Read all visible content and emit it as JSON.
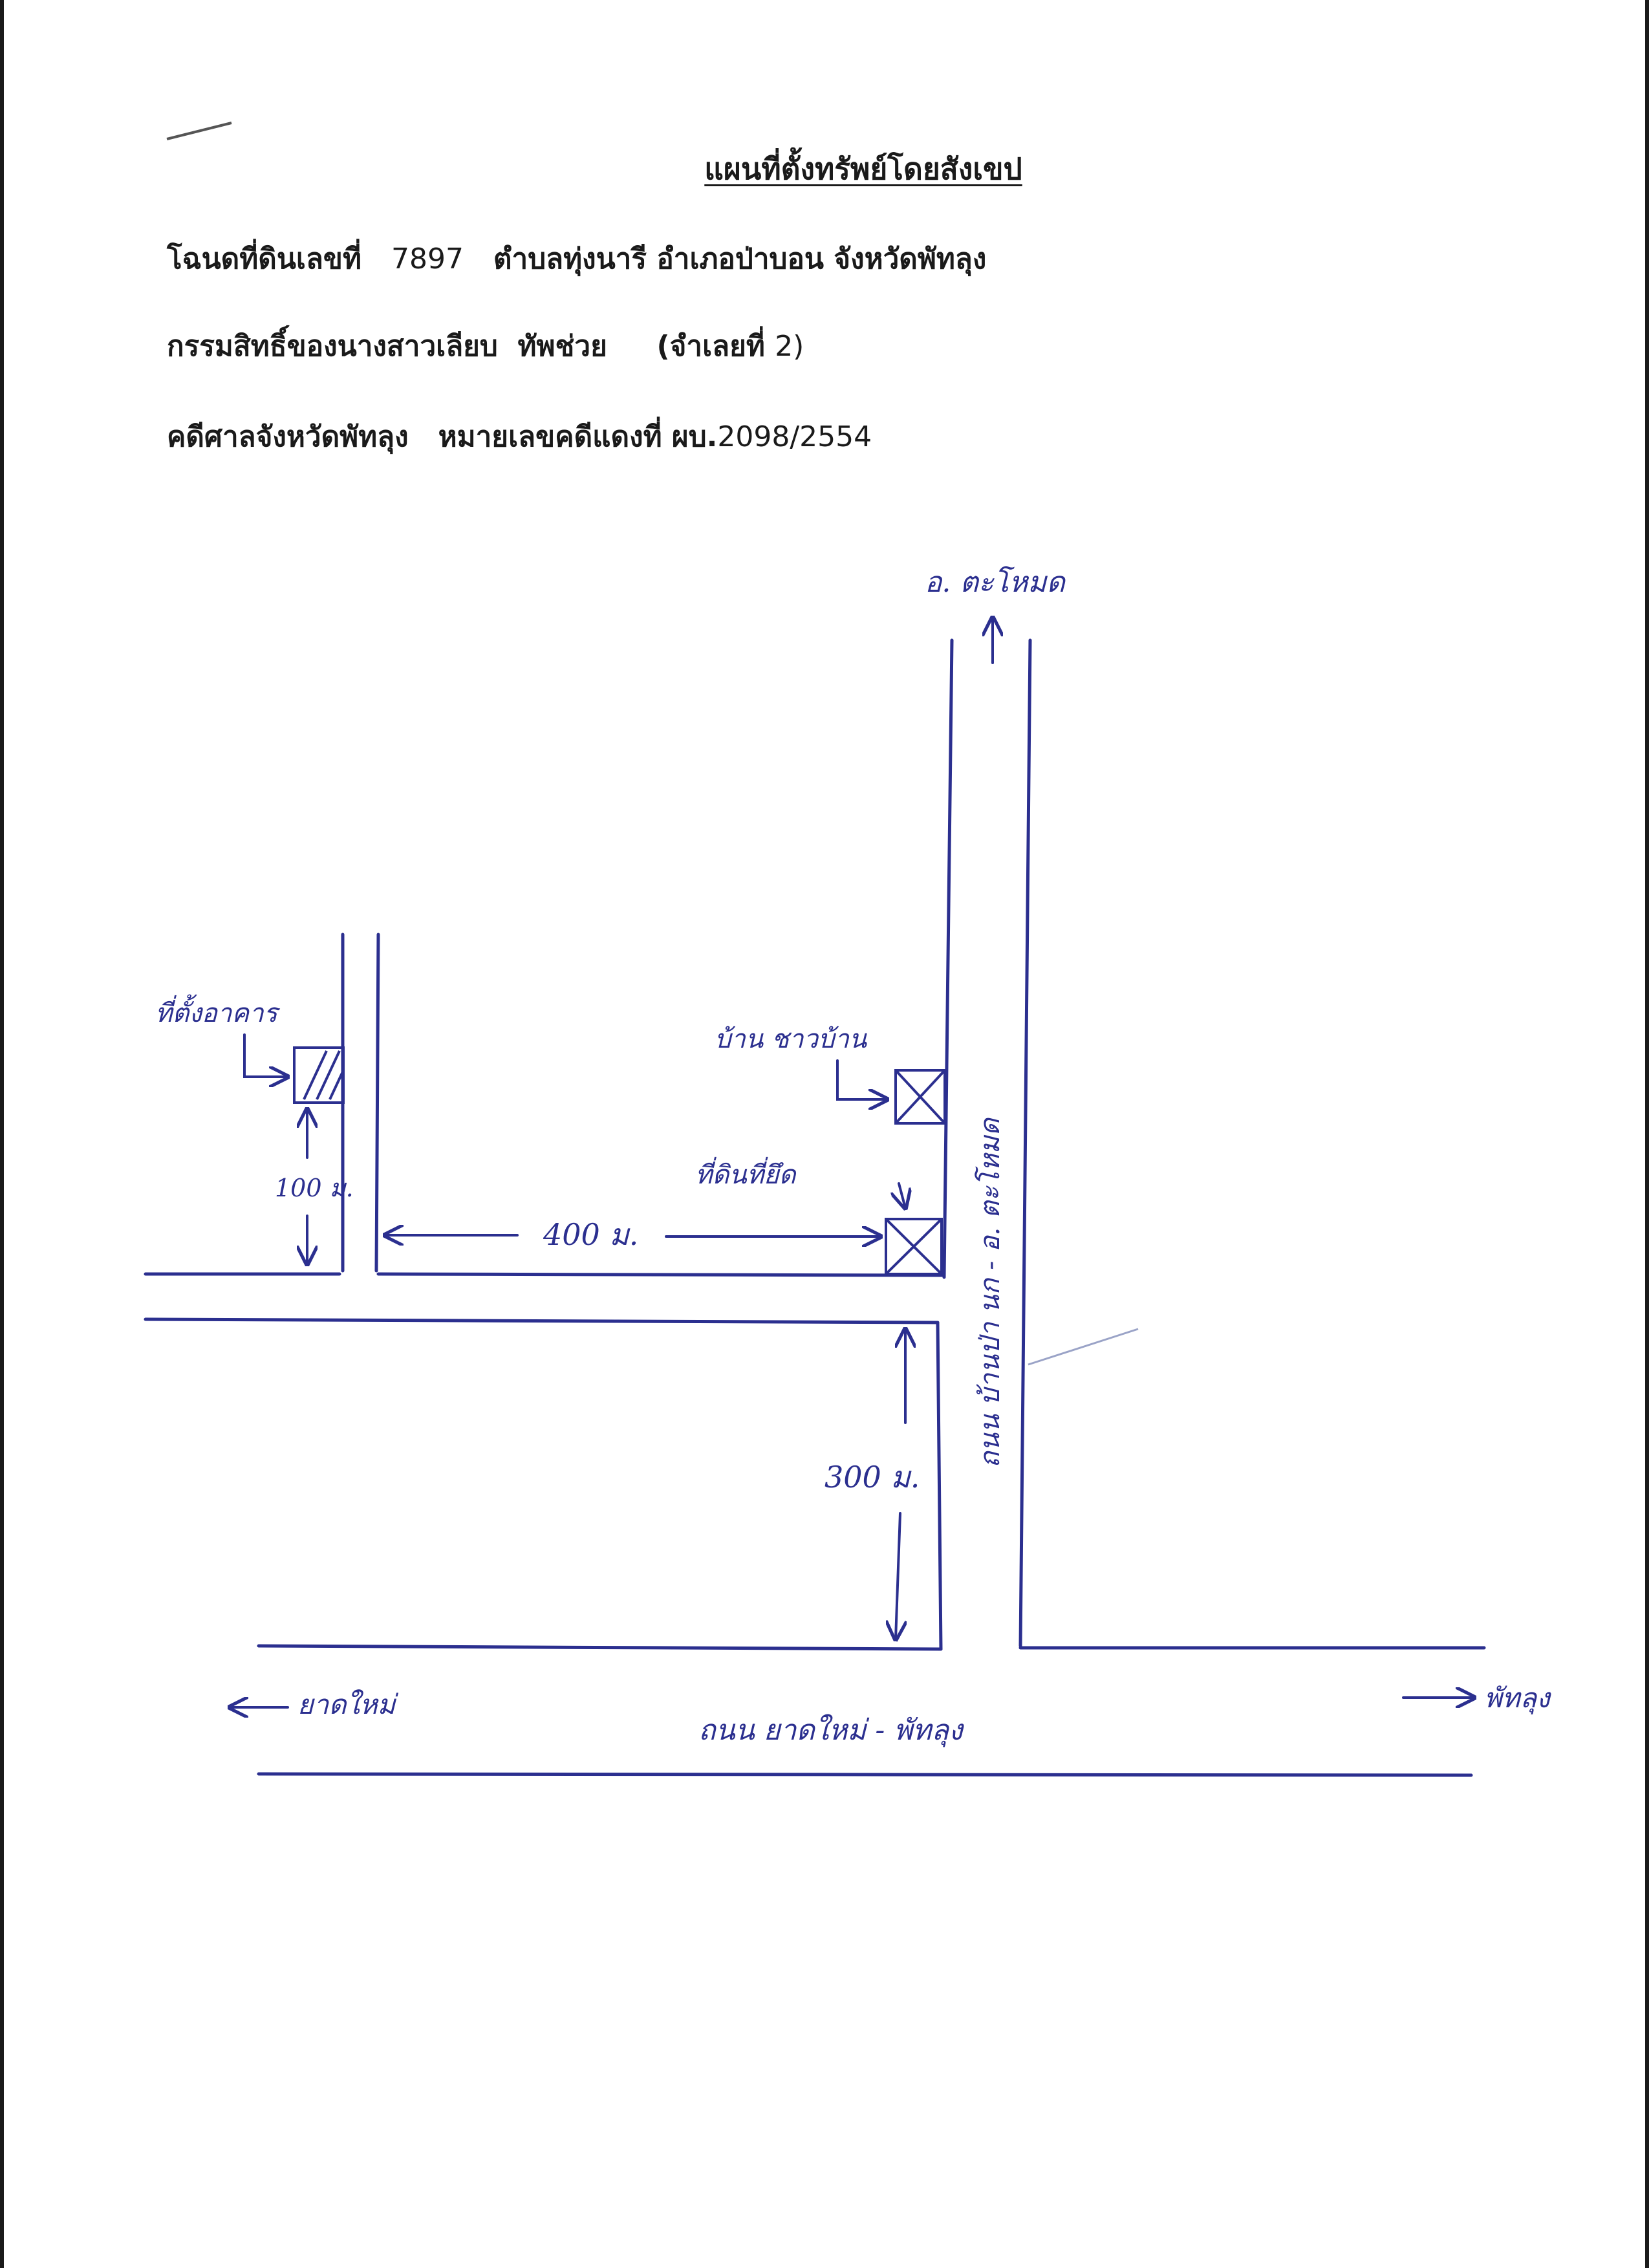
{
  "header": {
    "title": "แผนที่ตั้งทรัพย์โดยสังเขป"
  },
  "deed": {
    "prefix": "โฉนดที่ดินเลขที่",
    "number": "7897",
    "location": "ตำบลทุ่งนารี อำเภอป่าบอน จังหวัดพัทลุง"
  },
  "owner": {
    "text": "กรรมสิทธิ์ของนางสาวเลียบ  ทัพช่วย",
    "mortgage_prefix": "(จำเลยที่",
    "mortgage_number": "2)"
  },
  "case": {
    "court": "คดีศาลจังหวัดพัทลุง",
    "case_prefix": "หมายเลขคดีแดงที่ ผบ.",
    "case_number": "2098/2554"
  },
  "map": {
    "north_label": "อ. ตะโหมด",
    "vertical_road_label": "ถนน บ้านป่า นก - อ. ตะโหมด",
    "house_label": "บ้าน ชาวบ้าน",
    "property_label": "ที่ดินที่ยึด",
    "left_marker_label": "ที่ตั้งอาคาร",
    "dist_100": "100 ม.",
    "dist_400": "400 ม.",
    "dist_300": "300 ม.",
    "main_road_label": "ถนน ยาดใหม่ - พัทลุง",
    "west_label": "ยาดใหม่",
    "east_label": "พัทลุง"
  },
  "colors": {
    "ink": "#2b2f8f",
    "text": "#1a1a1a"
  }
}
